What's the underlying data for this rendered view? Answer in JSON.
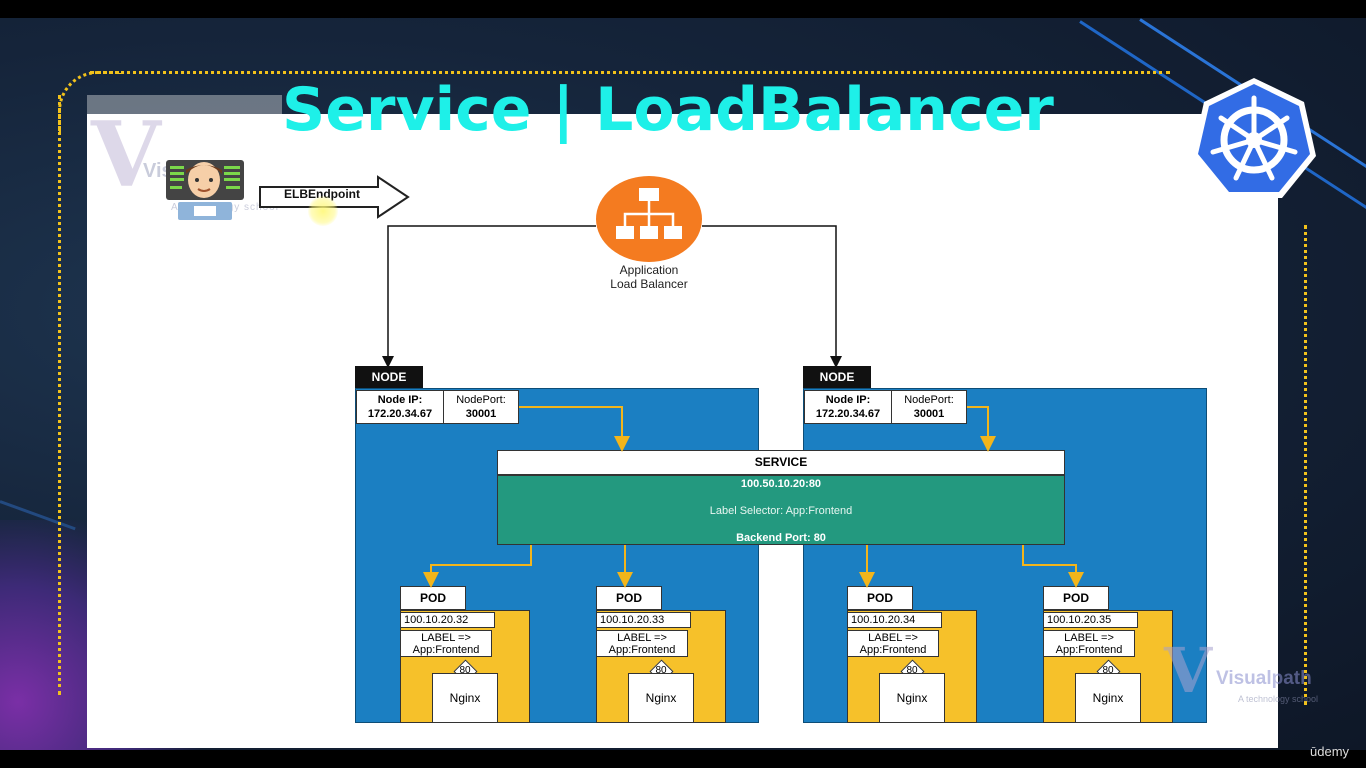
{
  "title": "Service | LoadBalancer",
  "elb_endpoint": "ELBEndpoint",
  "load_balancer": {
    "line1": "Application",
    "line2": "Load Balancer"
  },
  "watermark": {
    "brand": "Visualpath",
    "tagline": "A technology school"
  },
  "udemy": "ūdemy",
  "nodes": [
    {
      "tag": "NODE",
      "ip_label": "Node IP:",
      "ip": "172.20.34.67",
      "port_label": "NodePort:",
      "port": "30001"
    },
    {
      "tag": "NODE",
      "ip_label": "Node IP:",
      "ip": "172.20.34.67",
      "port_label": "NodePort:",
      "port": "30001"
    }
  ],
  "service": {
    "title": "SERVICE",
    "ip": "100.50.10.20:80",
    "selector": "Label Selector: App:Frontend",
    "backend_port": "Backend Port: 80"
  },
  "pods": [
    {
      "tag": "POD",
      "ip": "100.10.20.32",
      "label1": "LABEL =>",
      "label2": "App:Frontend",
      "port": "80",
      "container": "Nginx"
    },
    {
      "tag": "POD",
      "ip": "100.10.20.33",
      "label1": "LABEL =>",
      "label2": "App:Frontend",
      "port": "80",
      "container": "Nginx"
    },
    {
      "tag": "POD",
      "ip": "100.10.20.34",
      "label1": "LABEL =>",
      "label2": "App:Frontend",
      "port": "80",
      "container": "Nginx"
    },
    {
      "tag": "POD",
      "ip": "100.10.20.35",
      "label1": "LABEL =>",
      "label2": "App:Frontend",
      "port": "80",
      "container": "Nginx"
    }
  ],
  "colors": {
    "title": "#1ef0e8",
    "node": "#1b7fc2",
    "service": "#23997f",
    "pod": "#f6c12a",
    "alb": "#f47b20",
    "k8s": "#326ce5",
    "dots": "#f2c21b"
  },
  "icons": [
    "kubernetes-logo-icon",
    "user-laptop-icon",
    "load-balancer-icon",
    "right-arrow-icon"
  ]
}
